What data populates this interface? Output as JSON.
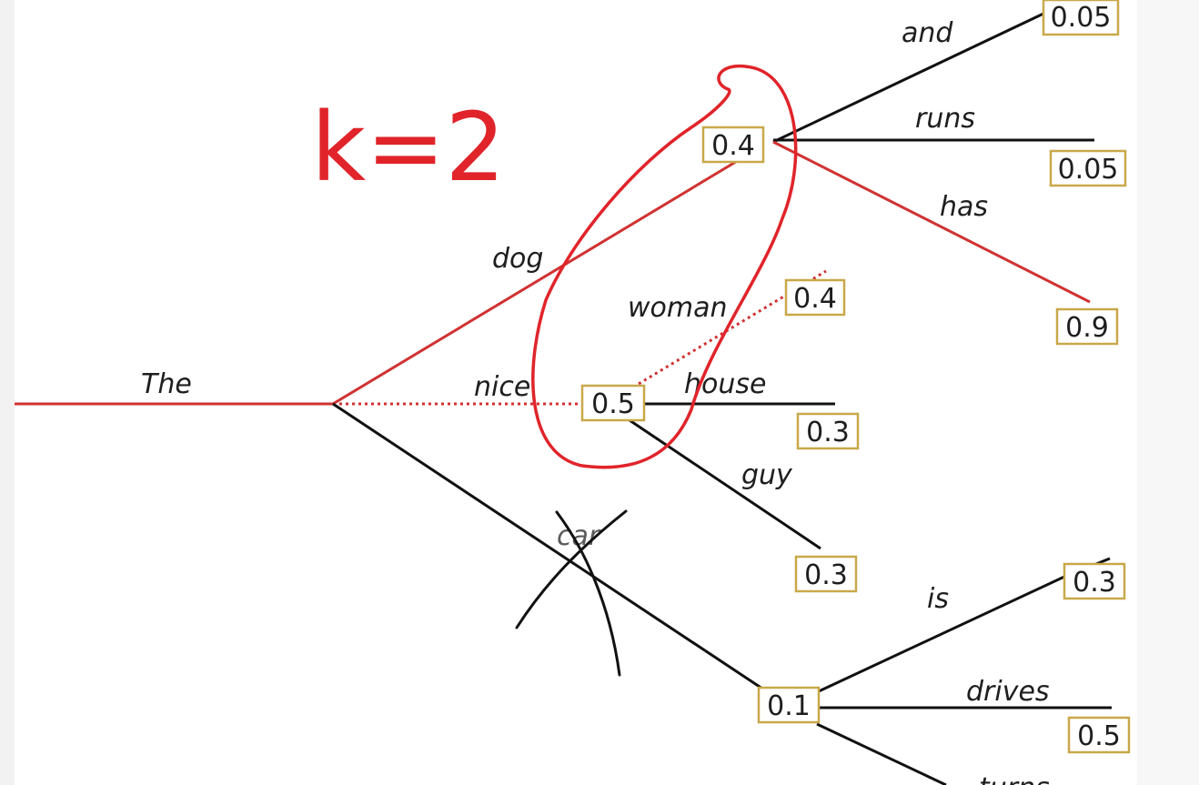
{
  "annotation": {
    "k_label": "k=2"
  },
  "words": {
    "the": "The",
    "dog": "dog",
    "nice": "nice",
    "car": "car",
    "and": "and",
    "runs": "runs",
    "has": "has",
    "woman": "woman",
    "house": "house",
    "guy": "guy",
    "is": "is",
    "drives": "drives",
    "turns": "turns"
  },
  "probabilities": {
    "dog": "0.4",
    "nice": "0.5",
    "car": "0.1",
    "dog_and": "0.05",
    "dog_runs": "0.05",
    "dog_has": "0.9",
    "nice_woman": "0.4",
    "nice_house": "0.3",
    "nice_guy": "0.3",
    "car_is": "0.3",
    "car_drives": "0.5"
  },
  "colors": {
    "selected_path": "#d03232",
    "annotation_ink": "#e0242a",
    "edge": "#111111",
    "box_border": "#c9a84a"
  }
}
